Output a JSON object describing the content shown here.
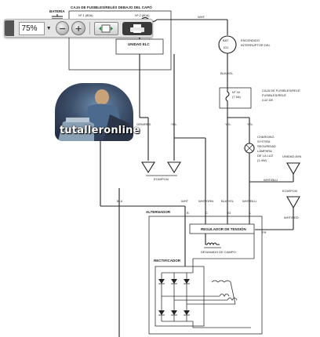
{
  "toolbar": {
    "zoom_value": "75%",
    "dropdown_icon": "triangle-down-icon",
    "zoom_out_icon": "minus-circle-icon",
    "zoom_in_icon": "plus-circle-icon",
    "fit_icon": "fit-page-icon",
    "print_icon": "printer-icon"
  },
  "watermark": {
    "text": "tutalleronline"
  },
  "diagram": {
    "bateria": "BATERÍA",
    "fuse_box_title": "CAJA DE FUSIBLES/RELÉS DEBAJO DEL CAPÓ",
    "fuse_1": "Nº 1 (80A)",
    "fuse_2": "Nº 2 (80A)",
    "wht_top": "WHT",
    "unidad_elc": "UNIDAD ELC",
    "encendido_1": "ENCENDIDO",
    "encendido_2": "INTERRUPTOR DEL",
    "ig1": "IG1",
    "bat": "BAT",
    "blk_yel_1": "BLK/YEL",
    "fuse_16": "Nº 16",
    "fuse_16_amp": "(7.5A)",
    "caja_luz_1": "CAJA DE FUSIBLES/RELÉ",
    "caja_luz_2": "FUSIBLES/RELÉ",
    "caja_luz_3": "LUZ DE",
    "grn_red": "GRN/RED",
    "yel_1": "YEL",
    "yel_2": "YEL",
    "yel_3": "YEL",
    "charging_1": "CHARGING",
    "charging_2": "SYSTEM",
    "charging_3": "SEGURIDAD",
    "charging_4": "LÁMPARA",
    "charging_5": "DE LA LUZ",
    "charging_6": "(1.4W)",
    "unidad_avn": "UNIDAD AVN",
    "ecm_pcm": "ECM/PCM",
    "wht_blu_1": "WHT/BLU",
    "ecm_pcm_2": "ECM/PCM",
    "wht_red": "WHT/RED",
    "blk": "BLK",
    "wht": "WHT",
    "wht_grn": "WHT/GRN",
    "blk_yel_2": "BLK/YEL",
    "wht_blu_2": "WHT/BLU",
    "alternador": "ALTERNADOR",
    "term_b": "B",
    "term_c": "C",
    "term_ig": "IG",
    "term_l": "L",
    "term_fr": "FR",
    "regulador": "REGULADOR DE TENSIÓN",
    "devanado": "DEVANADO DE CAMPO",
    "rectificador": "RECTIFICADOR"
  }
}
